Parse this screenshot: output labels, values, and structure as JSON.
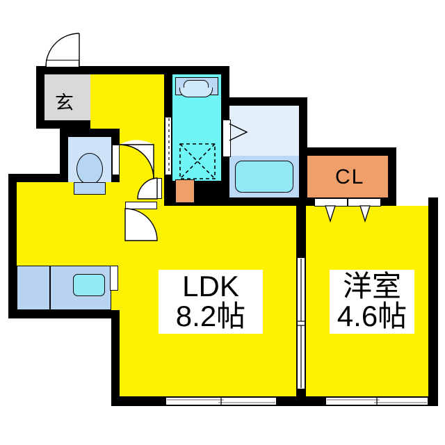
{
  "plan": {
    "kind": "japanese-floor-plan",
    "background": "#ffffff",
    "wall_color": "#000000",
    "colors": {
      "living_floor": "#FFF200",
      "entrance_floor": "#D9D9D9",
      "washroom_floor": "#6FF5F5",
      "bathroom_upper": "#E2EEFA",
      "bathroom_lower": "#BBD9F5",
      "toilet_floor": "#CFE3F8",
      "closet_fill": "#EFA06A",
      "kitchen_counter": "#B9D3F2",
      "fixture_blue": "#A9D0F2"
    }
  },
  "rooms": {
    "ldk": {
      "label_line1": "LDK",
      "label_line2": "8.2帖",
      "name": "LDK"
    },
    "bedroom": {
      "label_line1": "洋室",
      "label_line2": "4.6帖",
      "name": "洋室"
    },
    "entrance": {
      "label": "玄",
      "name": "玄関"
    },
    "closet": {
      "label": "CL",
      "name": "クローゼット"
    },
    "washroom": {
      "label": "",
      "name": "洗面脱衣室"
    },
    "bathroom": {
      "label": "",
      "name": "浴室"
    },
    "toilet": {
      "label": "",
      "name": "トイレ"
    }
  },
  "fixtures": {
    "vanity_sink": "vanity-sink",
    "washer_space": "washing-machine-space",
    "bathtub": "bathtub",
    "toilet_bowl": "toilet-bowl",
    "kitchen_sink": "kitchen-sink",
    "shoe_box": "shoe-box",
    "stove": "stove"
  },
  "openings": {
    "entrance_door": "entrance-swing-door",
    "toilet_door": "toilet-swing-door",
    "hall_door": "hall-swing-door",
    "ldk_door": "ldk-swing-door",
    "washroom_door": "washroom-sliding-door",
    "bathroom_door": "bathroom-folding-door",
    "closet_doors": "closet-folding-doors",
    "partition_door": "ldk-bedroom-sliding-door",
    "ldk_window": "ldk-sliding-window",
    "bedroom_window": "bedroom-sliding-window"
  }
}
